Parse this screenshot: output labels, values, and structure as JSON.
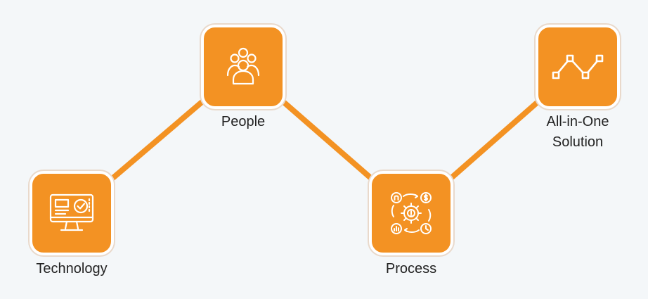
{
  "diagram": {
    "accent_color": "#f39223",
    "nodes": [
      {
        "id": "technology",
        "label": "Technology",
        "icon": "monitor-check-icon"
      },
      {
        "id": "people",
        "label": "People",
        "icon": "group-people-icon"
      },
      {
        "id": "process",
        "label": "Process",
        "icon": "gear-process-icon"
      },
      {
        "id": "all-in-one",
        "label": "All-in-One\nSolution",
        "icon": "line-chart-icon"
      }
    ],
    "connections": [
      [
        "technology",
        "people"
      ],
      [
        "people",
        "process"
      ],
      [
        "process",
        "all-in-one"
      ]
    ]
  }
}
